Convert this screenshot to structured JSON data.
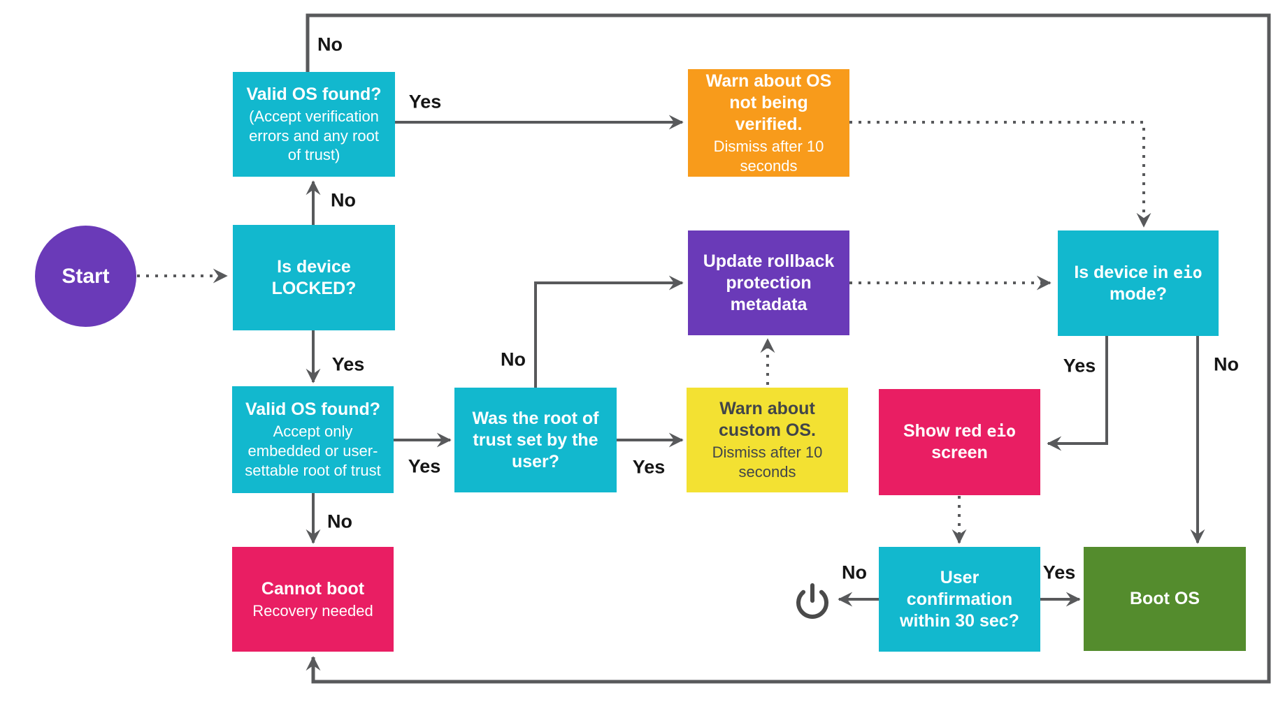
{
  "diagram": {
    "type": "flowchart",
    "topic": "Boot verification flow",
    "colors": {
      "cyan": "#12B8CE",
      "purple": "#6A3AB8",
      "orange": "#F89B1B",
      "yellow": "#F3E132",
      "pink": "#E91E63",
      "green": "#548C2D",
      "connector_gray": "#58595B",
      "label_text": "#151515",
      "yellow_box_text": "#414549",
      "white_text": "#FFFFFF"
    },
    "nodes": {
      "start": {
        "label": "Start",
        "shape": "circle",
        "color": "purple"
      },
      "valid_os_any": {
        "title": "Valid OS found?",
        "subtitle": "(Accept verification errors and any root of trust)",
        "color": "cyan"
      },
      "warn_unverified": {
        "title": "Warn about OS not being verified.",
        "subtitle": "Dismiss after 10 seconds",
        "color": "orange"
      },
      "is_locked": {
        "title": "Is device LOCKED?",
        "color": "cyan"
      },
      "update_rollback": {
        "title": "Update rollback protection metadata",
        "color": "purple"
      },
      "is_eio": {
        "title_prefix": "Is device in ",
        "title_mono": "eio",
        "title_suffix": " mode?",
        "color": "cyan"
      },
      "valid_os_embedded": {
        "title": "Valid OS found?",
        "subtitle": "Accept only embedded or user-settable root of trust",
        "color": "cyan"
      },
      "root_by_user": {
        "title": "Was the root of trust set by the user?",
        "color": "cyan"
      },
      "warn_custom": {
        "title": "Warn about custom OS.",
        "subtitle": "Dismiss after 10 seconds",
        "color": "yellow"
      },
      "show_red": {
        "title_prefix": "Show red ",
        "title_mono": "eio",
        "title_suffix": " screen",
        "color": "pink"
      },
      "cannot_boot": {
        "title": "Cannot boot",
        "subtitle": "Recovery needed",
        "color": "pink"
      },
      "user_confirm": {
        "title": "User confirmation within 30 sec?",
        "color": "cyan"
      },
      "boot_os": {
        "title": "Boot OS",
        "color": "green"
      }
    },
    "icons": {
      "power": "power-off-icon"
    },
    "edges": [
      {
        "from": "is_locked",
        "to": "valid_os_any",
        "label": "No",
        "style": "solid"
      },
      {
        "from": "valid_os_any",
        "to": "cannot_boot",
        "label": "No",
        "style": "solid",
        "route": "outer-loop"
      },
      {
        "from": "valid_os_any",
        "to": "warn_unverified",
        "label": "Yes",
        "style": "solid"
      },
      {
        "from": "warn_unverified",
        "to": "is_eio",
        "label": "",
        "style": "dotted"
      },
      {
        "from": "start",
        "to": "is_locked",
        "label": "",
        "style": "dotted"
      },
      {
        "from": "is_locked",
        "to": "valid_os_embedded",
        "label": "Yes",
        "style": "solid"
      },
      {
        "from": "valid_os_embedded",
        "to": "root_by_user",
        "label": "Yes",
        "style": "solid"
      },
      {
        "from": "valid_os_embedded",
        "to": "cannot_boot",
        "label": "No",
        "style": "solid"
      },
      {
        "from": "root_by_user",
        "to": "update_rollback",
        "label": "No",
        "style": "solid"
      },
      {
        "from": "root_by_user",
        "to": "warn_custom",
        "label": "Yes",
        "style": "solid"
      },
      {
        "from": "warn_custom",
        "to": "update_rollback",
        "label": "",
        "style": "dotted"
      },
      {
        "from": "update_rollback",
        "to": "is_eio",
        "label": "",
        "style": "dotted"
      },
      {
        "from": "is_eio",
        "to": "show_red",
        "label": "Yes",
        "style": "solid"
      },
      {
        "from": "is_eio",
        "to": "boot_os",
        "label": "No",
        "style": "solid"
      },
      {
        "from": "show_red",
        "to": "user_confirm",
        "label": "",
        "style": "dotted"
      },
      {
        "from": "user_confirm",
        "to": "power_off_icon",
        "label": "No",
        "style": "solid"
      },
      {
        "from": "user_confirm",
        "to": "boot_os",
        "label": "Yes",
        "style": "solid"
      }
    ]
  }
}
